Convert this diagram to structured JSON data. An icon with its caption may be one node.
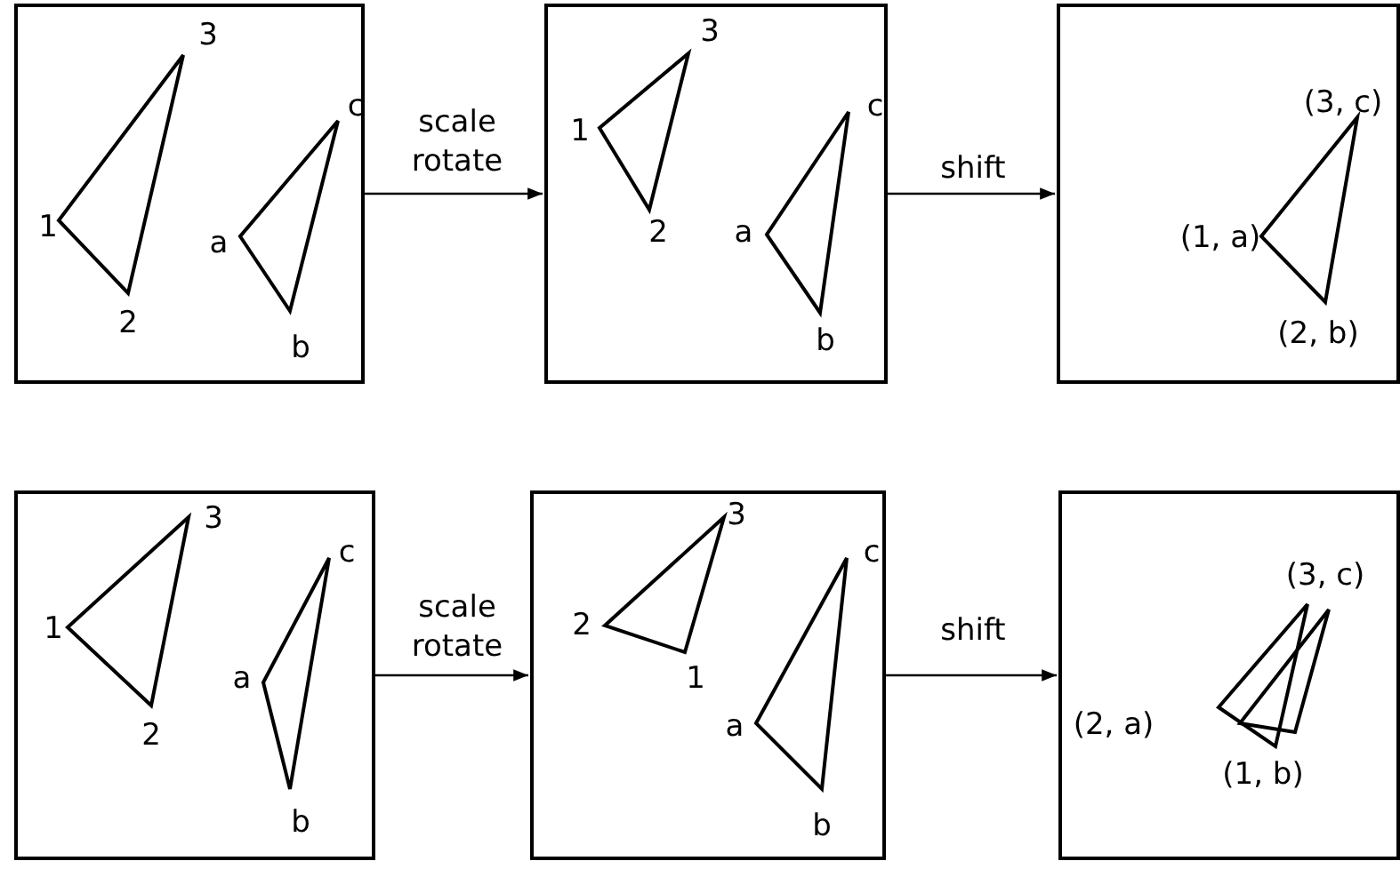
{
  "diagram": {
    "nodes": [
      {
        "text": [],
        "shape": "box"
      },
      {
        "text": [],
        "shape": "box"
      },
      {
        "text": [],
        "shape": "box"
      },
      {
        "text": [],
        "shape": "box"
      },
      {
        "text": [],
        "shape": "box"
      },
      {
        "text": [],
        "shape": "box"
      }
    ],
    "edges": [
      {
        "from": 0,
        "to": 1,
        "arrow": "to",
        "label": "scale rotate"
      },
      {
        "from": 1,
        "to": 2,
        "arrow": "to",
        "label": "shift"
      },
      {
        "from": 3,
        "to": 4,
        "arrow": "to",
        "label": "scale rotate"
      },
      {
        "from": 4,
        "to": 5,
        "arrow": "to",
        "label": "shift"
      }
    ],
    "labels": [
      "3",
      "1",
      "c",
      "a",
      "2",
      "b",
      "3",
      "1",
      "c",
      "2",
      "a",
      "b",
      "(3, c)",
      "(1, a)",
      "(2, b)",
      "3",
      "1",
      "c",
      "a",
      "2",
      "b",
      "3",
      "2",
      "1",
      "c",
      "a",
      "b",
      "(3, c)",
      "(2, a)",
      "(1, b)"
    ]
  }
}
